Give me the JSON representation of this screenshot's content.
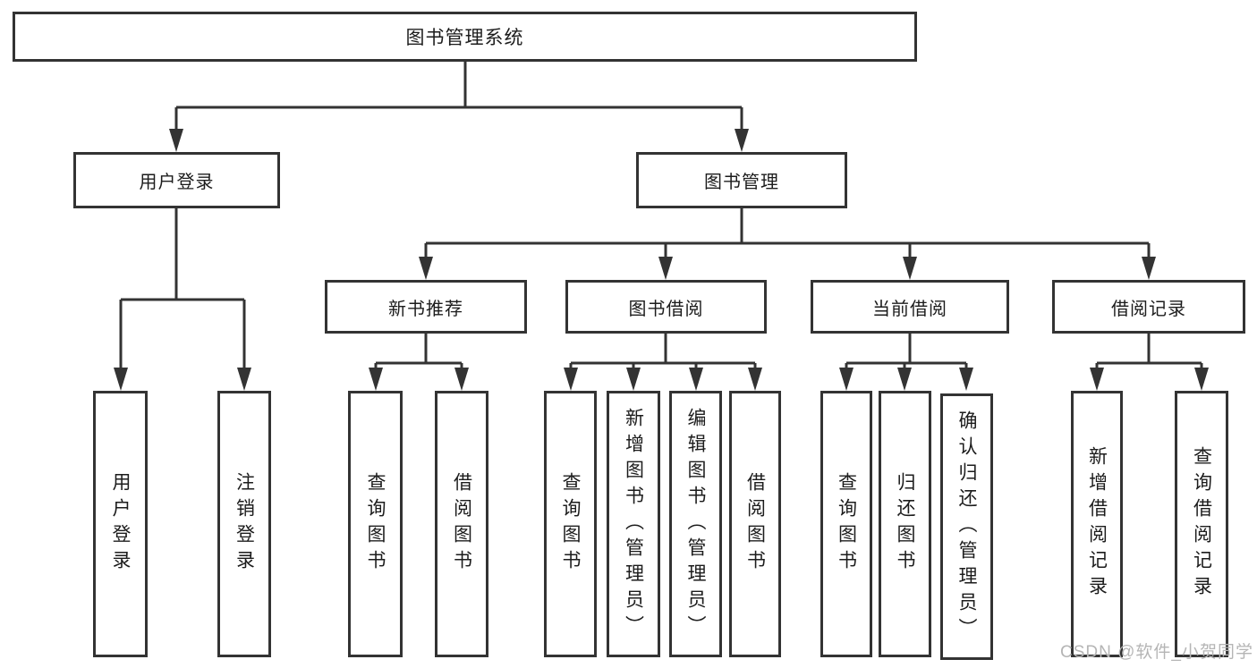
{
  "diagram": {
    "type": "hierarchy-tree",
    "tree": {
      "root": "图书管理系统",
      "user_login": {
        "label": "用户登录",
        "children": [
          "用户登录",
          "注销登录"
        ]
      },
      "book_mgmt": {
        "label": "图书管理",
        "groups": [
          {
            "label": "新书推荐",
            "children": [
              "查询图书",
              "借阅图书"
            ]
          },
          {
            "label": "图书借阅",
            "children": [
              "查询图书",
              "新增图书（管理员）",
              "编辑图书（管理员）",
              "借阅图书"
            ]
          },
          {
            "label": "当前借阅",
            "children": [
              "查询图书",
              "归还图书",
              "确认归还（管理员）"
            ]
          },
          {
            "label": "借阅记录",
            "children": [
              "新增借阅记录",
              "查询借阅记录"
            ]
          }
        ]
      }
    },
    "colors": {
      "line": "#333333",
      "box_border": "#333333",
      "text": "#1c1c1c",
      "background": "#ffffff",
      "watermark": "#b5b5b5"
    }
  },
  "watermark": "CSDN @软件_小贺同学"
}
